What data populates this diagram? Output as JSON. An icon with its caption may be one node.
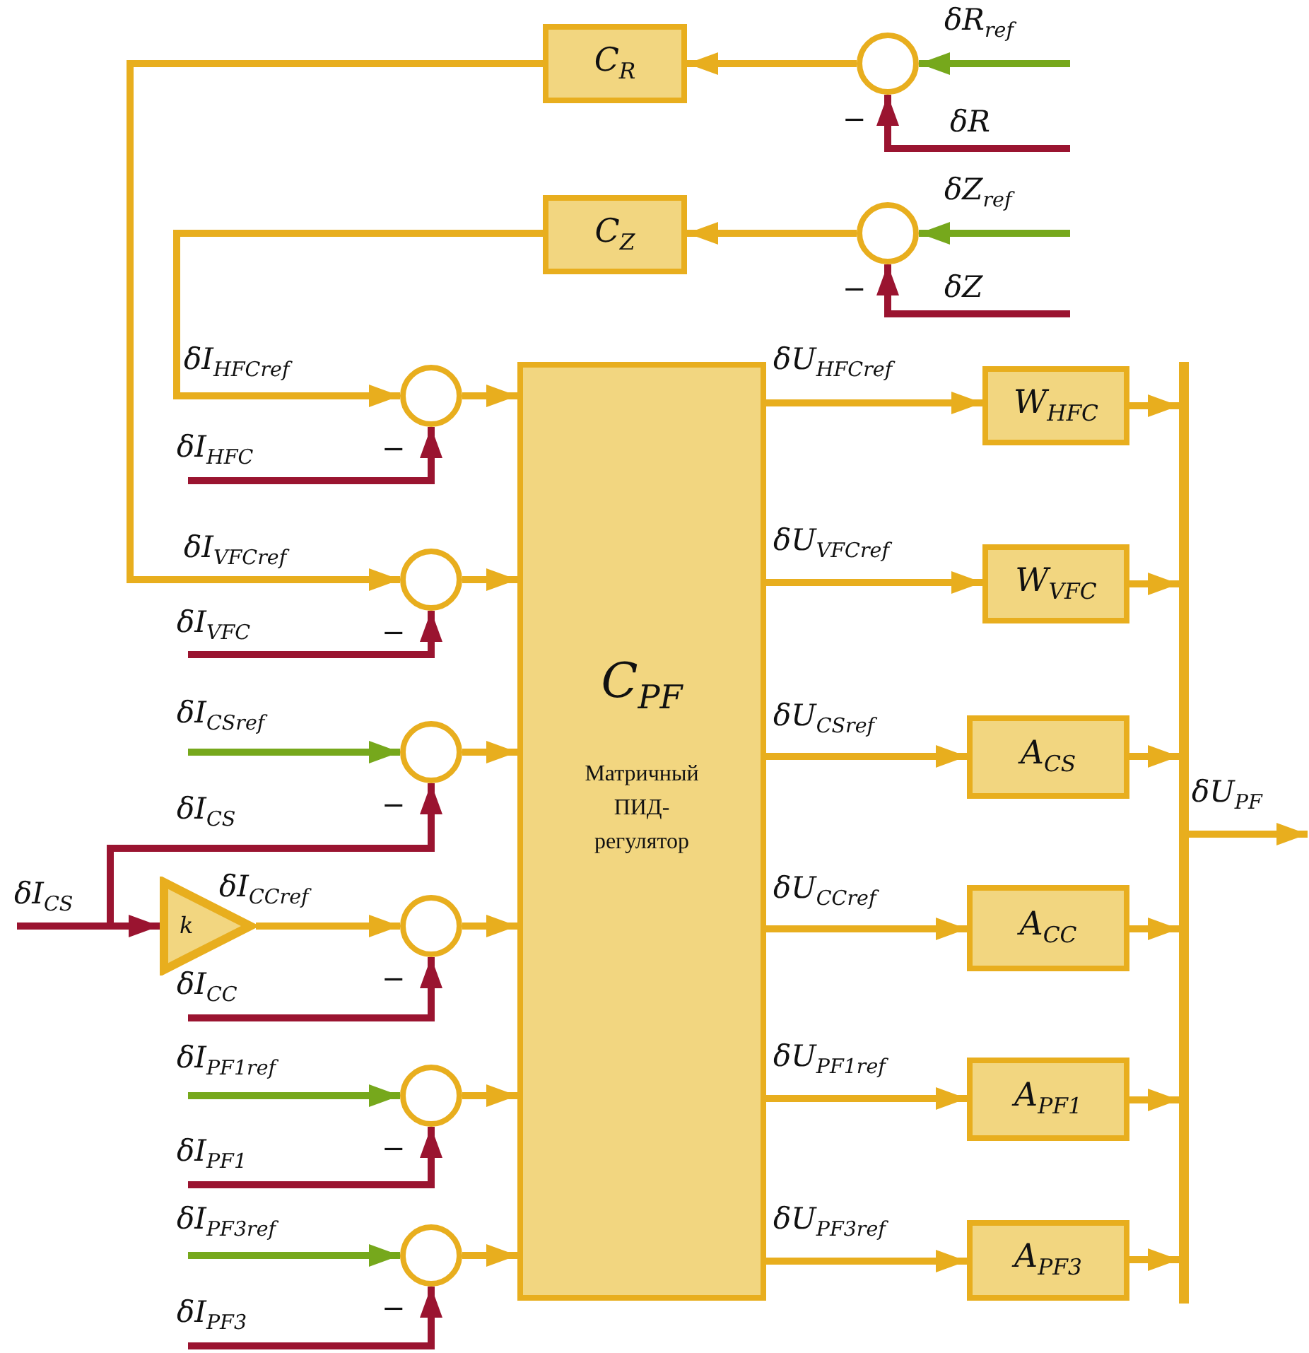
{
  "diagram": {
    "nodes": [
      {
        "text": [
          "C$_{R}$"
        ]
      },
      {
        "text": [],
        "shape": "circle"
      },
      {
        "text": [
          "C$_{Z}$"
        ]
      },
      {
        "text": [],
        "shape": "circle"
      },
      {
        "text": [],
        "shape": "circle"
      },
      {
        "text": [],
        "shape": "circle"
      },
      {
        "text": [],
        "shape": "circle"
      },
      {
        "text": [],
        "shape": "circle"
      },
      {
        "text": [],
        "shape": "circle"
      },
      {
        "text": [],
        "shape": "circle"
      },
      {
        "text": [
          "C$_{PF}$",
          "Матричный ПИД-регулятор"
        ]
      },
      {
        "text": [
          "k"
        ]
      },
      {
        "text": [
          "W$_{HFC}$"
        ]
      },
      {
        "text": [
          "W$_{VFC}$"
        ]
      },
      {
        "text": [
          "A$_{CS}$"
        ]
      },
      {
        "text": [
          "A$_{CC}$"
        ]
      },
      {
        "text": [
          "A$_{PF}$$_{1}$"
        ]
      },
      {
        "text": [
          "A$_{PF}$$_{3}$"
        ]
      },
      {
        "text": [],
        "shape": "bar"
      }
    ],
    "edges": [
      {
        "from": null,
        "to": 1,
        "arrow": "to",
        "label": "δR$_{ref}$",
        "color": "#76a81c"
      },
      {
        "from": null,
        "to": 1,
        "arrow": "to",
        "label": "δR",
        "color": "#9a1430"
      },
      {
        "from": 1,
        "to": 0,
        "arrow": "to"
      },
      {
        "from": 0,
        "to": 5,
        "arrow": "to",
        "label": "δI$_{VFC}$$_{ref}$"
      },
      {
        "from": null,
        "to": 3,
        "arrow": "to",
        "label": "δZ$_{ref}$",
        "color": "#76a81c"
      },
      {
        "from": null,
        "to": 3,
        "arrow": "to",
        "label": "δZ",
        "color": "#9a1430"
      },
      {
        "from": 3,
        "to": 2,
        "arrow": "to"
      },
      {
        "from": 2,
        "to": 4,
        "arrow": "to",
        "label": "δI$_{HFC}$$_{ref}$"
      },
      {
        "from": null,
        "to": 4,
        "arrow": "to",
        "label": "δI$_{HFC}$",
        "color": "#9a1430"
      },
      {
        "from": null,
        "to": 5,
        "arrow": "to",
        "label": "δI$_{VFC}$",
        "color": "#9a1430"
      },
      {
        "from": null,
        "to": 6,
        "arrow": "to",
        "label": "δI$_{CS}$$_{ref}$",
        "color": "#76a81c"
      },
      {
        "from": null,
        "to": 6,
        "arrow": "to",
        "label": "δI$_{CS}$",
        "color": "#9a1430"
      },
      {
        "from": null,
        "to": 11,
        "arrow": "to",
        "label": "δI$_{CS}$",
        "color": "#9a1430"
      },
      {
        "from": 11,
        "to": 7,
        "arrow": "to",
        "label": "δI$_{CC}$$_{ref}$"
      },
      {
        "from": null,
        "to": 7,
        "arrow": "to",
        "label": "δI$_{CC}$",
        "color": "#9a1430"
      },
      {
        "from": null,
        "to": 8,
        "arrow": "to",
        "label": "δI$_{PF}$$_{1}$$_{ref}$",
        "color": "#76a81c"
      },
      {
        "from": null,
        "to": 8,
        "arrow": "to",
        "label": "δI$_{PF}$$_{1}$",
        "color": "#9a1430"
      },
      {
        "from": null,
        "to": 9,
        "arrow": "to",
        "label": "δI$_{PF}$$_{3}$$_{ref}$",
        "color": "#76a81c"
      },
      {
        "from": null,
        "to": 9,
        "arrow": "to",
        "label": "δI$_{PF}$$_{3}$",
        "color": "#9a1430"
      },
      {
        "from": 4,
        "to": 10,
        "arrow": "to"
      },
      {
        "from": 5,
        "to": 10,
        "arrow": "to"
      },
      {
        "from": 6,
        "to": 10,
        "arrow": "to"
      },
      {
        "from": 7,
        "to": 10,
        "arrow": "to"
      },
      {
        "from": 8,
        "to": 10,
        "arrow": "to"
      },
      {
        "from": 9,
        "to": 10,
        "arrow": "to"
      },
      {
        "from": 10,
        "to": 12,
        "arrow": "to",
        "label": "δU$_{HFC}$$_{ref}$"
      },
      {
        "from": 10,
        "to": 13,
        "arrow": "to",
        "label": "δU$_{VFC}$$_{ref}$"
      },
      {
        "from": 10,
        "to": 14,
        "arrow": "to",
        "label": "δU$_{CS}$$_{ref}$"
      },
      {
        "from": 10,
        "to": 15,
        "arrow": "to",
        "label": "δU$_{CC}$$_{ref}$"
      },
      {
        "from": 10,
        "to": 16,
        "arrow": "to",
        "label": "δU$_{PF}$$_{1}$$_{ref}$"
      },
      {
        "from": 10,
        "to": 17,
        "arrow": "to",
        "label": "δU$_{PF}$$_{3}$$_{ref}$"
      },
      {
        "from": 12,
        "to": 18,
        "arrow": "to"
      },
      {
        "from": 13,
        "to": 18,
        "arrow": "to"
      },
      {
        "from": 14,
        "to": 18,
        "arrow": "to"
      },
      {
        "from": 15,
        "to": 18,
        "arrow": "to"
      },
      {
        "from": 16,
        "to": 18,
        "arrow": "to"
      },
      {
        "from": 17,
        "to": 18,
        "arrow": "to"
      },
      {
        "from": 18,
        "to": null,
        "arrow": "to",
        "label": "δU$_{PF}$"
      }
    ],
    "labels": [
      "−",
      "−",
      "−",
      "−",
      "−",
      "−",
      "−",
      "−"
    ]
  }
}
